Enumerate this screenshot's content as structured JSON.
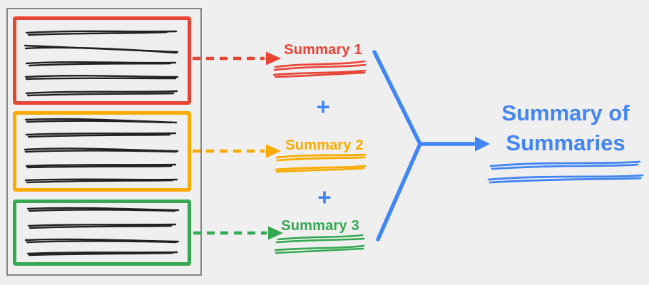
{
  "title": "Map-reduce summarization diagram",
  "colors": {
    "red": "#E94335",
    "orange": "#F9AB00",
    "green": "#34A853",
    "blue": "#4285F4",
    "ink": "#212121",
    "bg": "#F0EFEF",
    "frame": "#858585"
  },
  "documents": [
    {
      "id": "document-1",
      "color": "red",
      "text_line_count": 5
    },
    {
      "id": "document-2",
      "color": "orange",
      "text_line_count": 5
    },
    {
      "id": "document-3",
      "color": "green",
      "text_line_count": 4
    }
  ],
  "summaries": [
    {
      "label": "Summary 1",
      "color": "red"
    },
    {
      "label": "Summary 2",
      "color": "orange"
    },
    {
      "label": "Summary 3",
      "color": "green"
    }
  ],
  "operators": {
    "plus": "+"
  },
  "result": {
    "label": "Summary of Summaries",
    "color": "blue"
  }
}
